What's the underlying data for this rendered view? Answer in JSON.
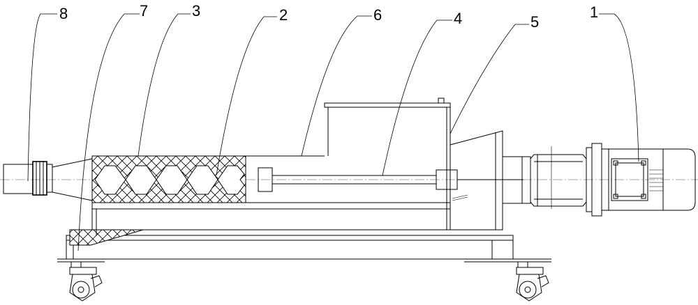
{
  "labels": [
    {
      "id": "part-1",
      "text": "1"
    },
    {
      "id": "part-2",
      "text": "2"
    },
    {
      "id": "part-3",
      "text": "3"
    },
    {
      "id": "part-4",
      "text": "4"
    },
    {
      "id": "part-5",
      "text": "5"
    },
    {
      "id": "part-6",
      "text": "6"
    },
    {
      "id": "part-7",
      "text": "7"
    },
    {
      "id": "part-8",
      "text": "8"
    }
  ],
  "colors": {
    "line": "#000000",
    "background": "#ffffff",
    "centerline": "#555555"
  }
}
